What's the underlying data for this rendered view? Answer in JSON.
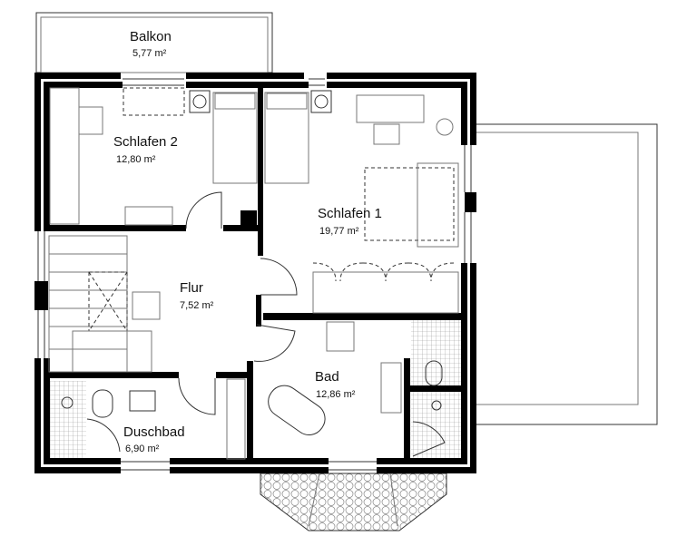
{
  "rooms": [
    {
      "name": "Balkon",
      "area": "5,77 m²"
    },
    {
      "name": "Schlafen 2",
      "area": "12,80 m²"
    },
    {
      "name": "Schlafen 1",
      "area": "19,77 m²"
    },
    {
      "name": "Flur",
      "area": "7,52 m²"
    },
    {
      "name": "Bad",
      "area": "12,86 m²"
    },
    {
      "name": "Duschbad",
      "area": "6,90 m²"
    }
  ],
  "colors": {
    "wall": "#000000",
    "line": "#333333"
  }
}
